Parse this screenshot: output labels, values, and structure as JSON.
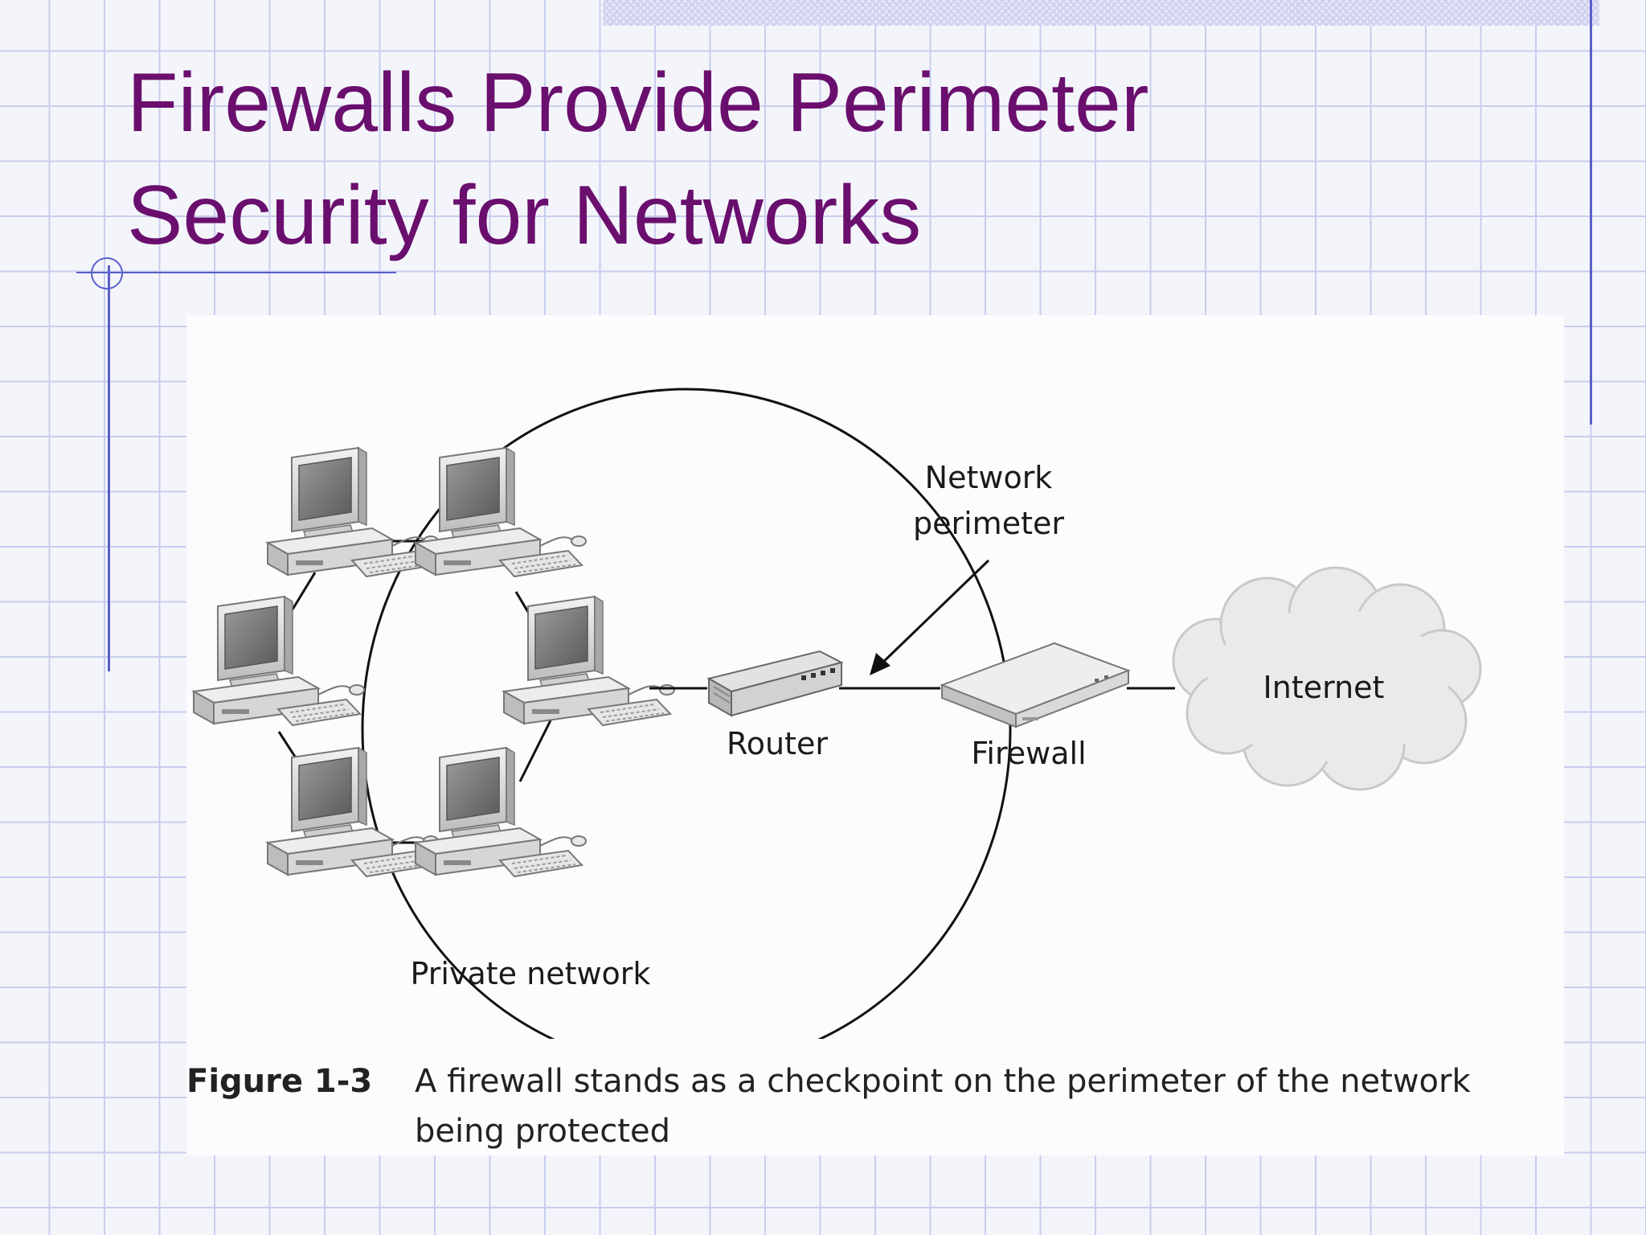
{
  "slide": {
    "title_line1": "Firewalls Provide Perimeter",
    "title_line2": "Security for Networks"
  },
  "figure": {
    "labels": {
      "network_perimeter_line1": "Network",
      "network_perimeter_line2": "perimeter",
      "router": "Router",
      "firewall": "Firewall",
      "internet": "Internet",
      "private_network": "Private network"
    },
    "caption": {
      "number": "Figure 1-3",
      "text": "A firewall stands as a checkpoint on the perimeter of the network being protected"
    }
  },
  "colors": {
    "title": "#6a0f6e",
    "grid": "#c7cdee",
    "accent_rule": "#5960c8"
  }
}
